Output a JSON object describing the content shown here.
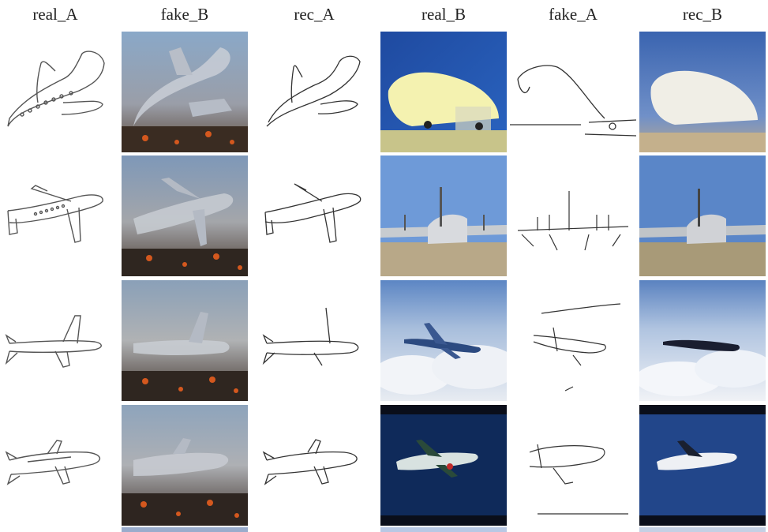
{
  "columns": [
    {
      "label": "real_A"
    },
    {
      "label": "fake_B"
    },
    {
      "label": "rec_A"
    },
    {
      "label": "real_B"
    },
    {
      "label": "fake_A"
    },
    {
      "label": "rec_B"
    }
  ],
  "colors": {
    "sketch_line": "#555555",
    "sky_dark_blue": "#1f4aa0",
    "sky_light_blue": "#6e9ad8",
    "cloud_white": "#f2f4f8",
    "night_blue": "#0f2a5a",
    "fake_b_noise_orange": "#d4581e"
  }
}
